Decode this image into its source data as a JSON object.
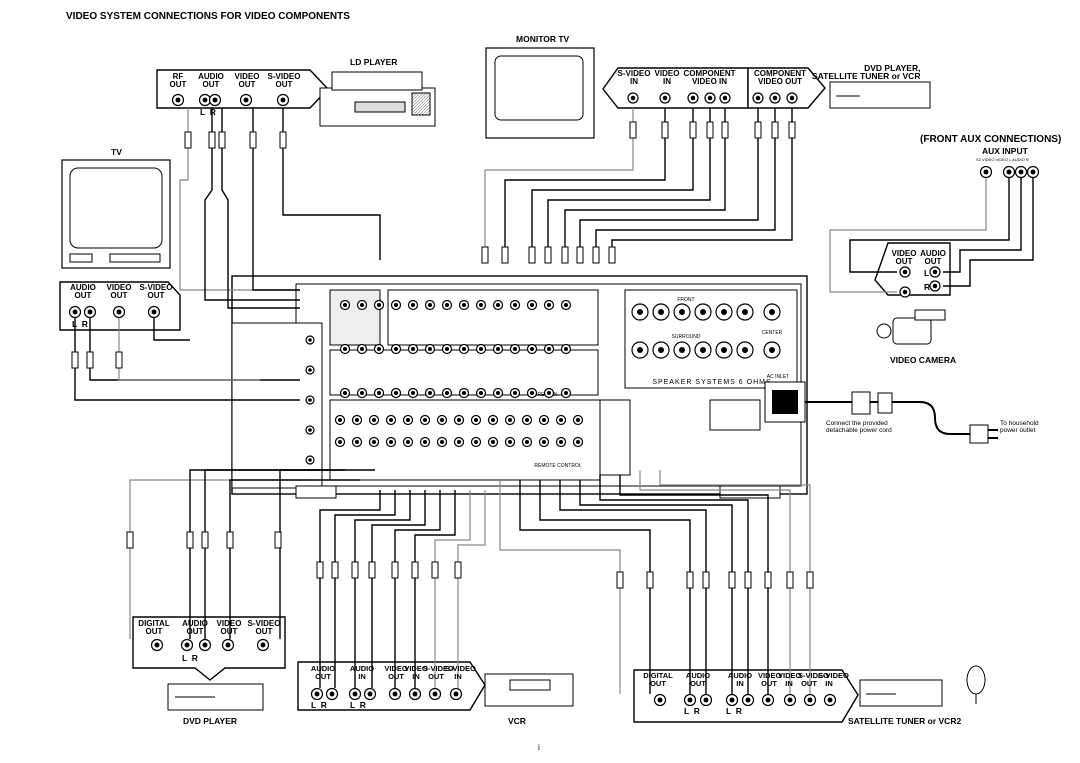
{
  "page": {
    "title": "VIDEO SYSTEM CONNECTIONS FOR VIDEO COMPONENTS",
    "page_number": "i"
  },
  "devices": {
    "ld_player": {
      "name": "LD PLAYER",
      "ports": [
        "RF\nOUT",
        "AUDIO\nOUT",
        "VIDEO\nOUT",
        "S-VIDEO\nOUT"
      ],
      "lr": "L  R"
    },
    "monitor_tv": {
      "name": "MONITOR TV",
      "ports": [
        "S-VIDEO\nIN",
        "VIDEO\nIN",
        "COMPONENT\nVIDEO IN"
      ]
    },
    "dvd_top": {
      "name": "DVD PLAYER,\nSATELLITE TUNER or VCR",
      "ports": [
        "COMPONENT\nVIDEO OUT"
      ]
    },
    "tv": {
      "name": "TV",
      "ports": [
        "AUDIO\nOUT",
        "VIDEO\nOUT",
        "S-VIDEO\nOUT"
      ],
      "lr": "L  R"
    },
    "front_aux": {
      "title": "(FRONT AUX CONNECTIONS)",
      "subtitle": "AUX INPUT",
      "jack_labels": "S2 VIDEO    VIDEO    L  AUDIO  R"
    },
    "video_camera": {
      "name": "VIDEO CAMERA",
      "ports": [
        "VIDEO\nOUT",
        "AUDIO\nOUT"
      ],
      "l": "L",
      "r": "R"
    },
    "power": {
      "connect_note": "Connect the provided\ndetachable power cord",
      "outlet_note": "To household\npower outlet"
    },
    "dvd_player": {
      "name": "DVD PLAYER",
      "ports": [
        "DIGITAL\nOUT",
        "AUDIO\nOUT",
        "VIDEO\nOUT",
        "S-VIDEO\nOUT"
      ],
      "lr": "L  R"
    },
    "vcr": {
      "name": "VCR",
      "ports": [
        "AUDIO\nOUT",
        "AUDIO\nIN",
        "VIDEO\nOUT",
        "VIDEO\nIN",
        "S-VIDEO\nOUT",
        "S-VIDEO\nIN"
      ],
      "lr": "L  R"
    },
    "sat_tuner": {
      "name": "SATELLITE TUNER or VCR2",
      "ports": [
        "DIGITAL\nOUT",
        "AUDIO\nOUT",
        "AUDIO\nIN",
        "VIDEO\nOUT",
        "VIDEO\nIN",
        "S-VIDEO\nOUT",
        "S-VIDEO\nIN"
      ],
      "lr": "L  R"
    }
  },
  "receiver": {
    "speaker_label": "SPEAKER   SYSTEMS   6  OHMS",
    "front_label": "FRONT",
    "surround_label": "SURROUND",
    "center_label": "CENTER",
    "remote_label": "REMOTE CONTROL",
    "ac_inlet": "AC INLET",
    "direct_in": "DIRECT IN"
  }
}
